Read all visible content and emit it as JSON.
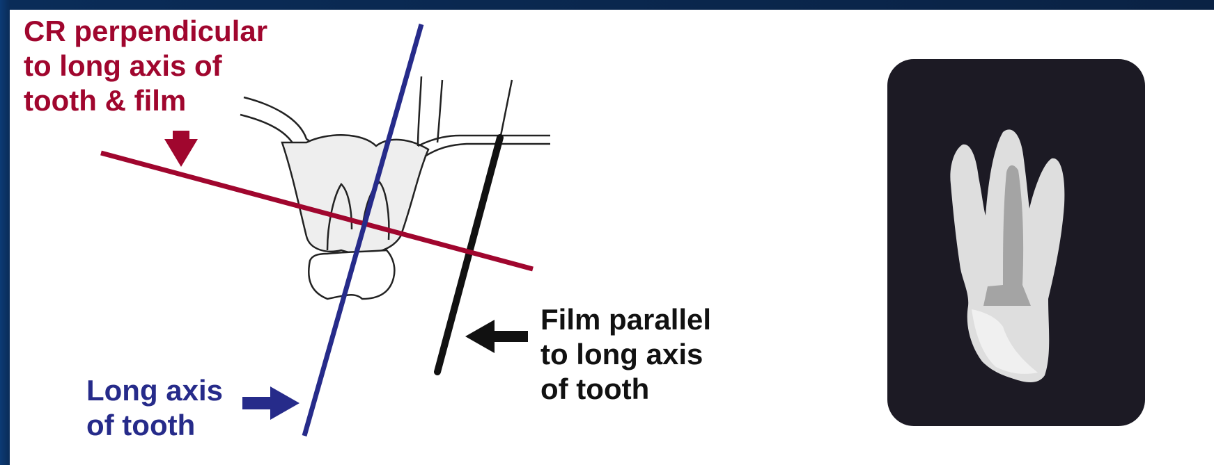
{
  "colors": {
    "background": "#0a2244",
    "panel": "#ffffff",
    "central_ray": "#a0062e",
    "long_axis": "#262b8a",
    "film": "#111111",
    "radiograph_background": "#1c1a24",
    "tooth_image": "#dedede"
  },
  "labels": {
    "cr": [
      "CR perpendicular",
      "to long axis of",
      "tooth & film"
    ],
    "film": [
      "Film parallel",
      "to long axis",
      "of tooth"
    ],
    "axis": [
      "Long axis",
      "of tooth"
    ]
  }
}
